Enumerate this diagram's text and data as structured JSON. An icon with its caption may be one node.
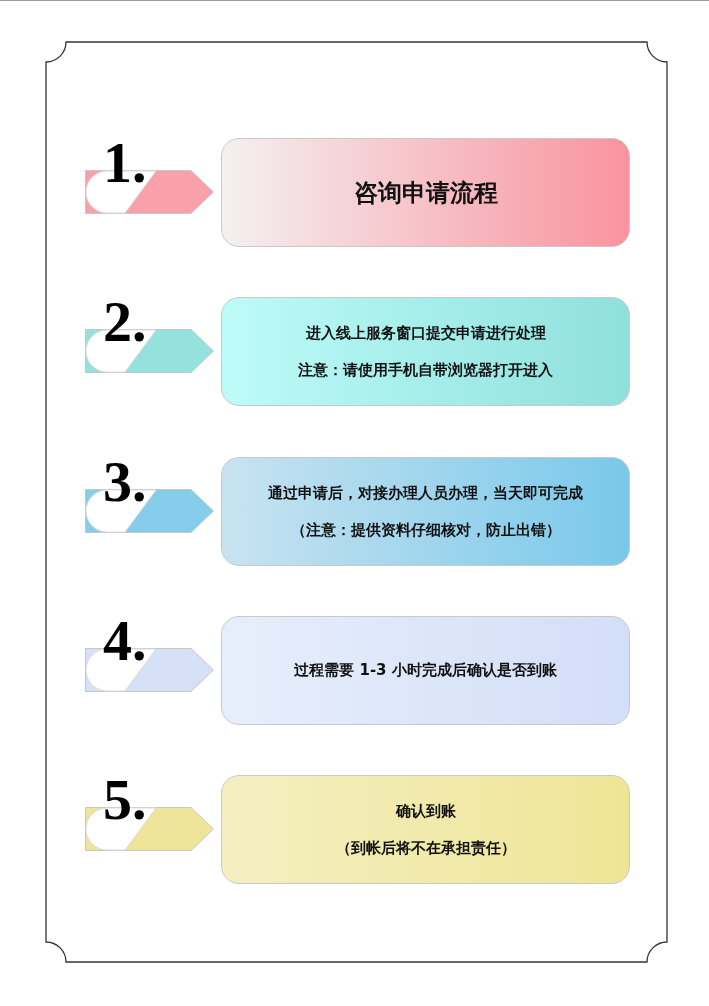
{
  "diagram": {
    "nodes": [
      {
        "text": [
          "1."
        ]
      },
      {
        "text": [
          "咨询申请流程"
        ]
      },
      {
        "text": [
          "2."
        ]
      },
      {
        "text": [
          "进入线上服务窗口提交申请进行处理",
          "注意：请使用手机自带浏览器打开进入"
        ]
      },
      {
        "text": [
          "3."
        ]
      },
      {
        "text": [
          "通过申请后，对接办理人员办理，当天即可完成",
          "（注意：提供资料仔细核对，防止出错）"
        ]
      },
      {
        "text": [
          "4."
        ]
      },
      {
        "text": [
          "过程需要 1-3 小时完成后确认是否到账"
        ]
      },
      {
        "text": [
          "5."
        ]
      },
      {
        "text": [
          "确认到账",
          "（到帐后将不在承担责任）"
        ]
      }
    ]
  }
}
